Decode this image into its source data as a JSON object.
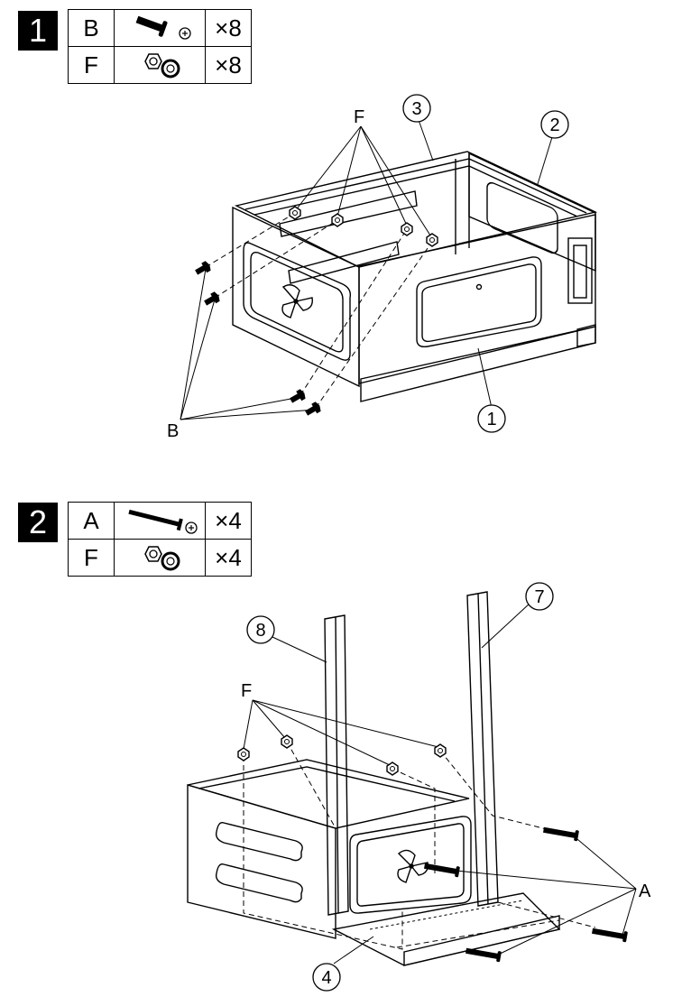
{
  "steps": [
    {
      "number": "1",
      "parts": [
        {
          "key": "B",
          "icon": "screw-icon",
          "qty": "×8"
        },
        {
          "key": "F",
          "icon": "nut-washer-icon",
          "qty": "×8"
        }
      ],
      "callouts": [
        "1",
        "2",
        "3"
      ],
      "letters": [
        "F",
        "B"
      ]
    },
    {
      "number": "2",
      "parts": [
        {
          "key": "A",
          "icon": "long-bolt-icon",
          "qty": "×4"
        },
        {
          "key": "F",
          "icon": "nut-washer-icon",
          "qty": "×4"
        }
      ],
      "callouts": [
        "4",
        "7",
        "8"
      ],
      "letters": [
        "F",
        "A"
      ]
    }
  ]
}
